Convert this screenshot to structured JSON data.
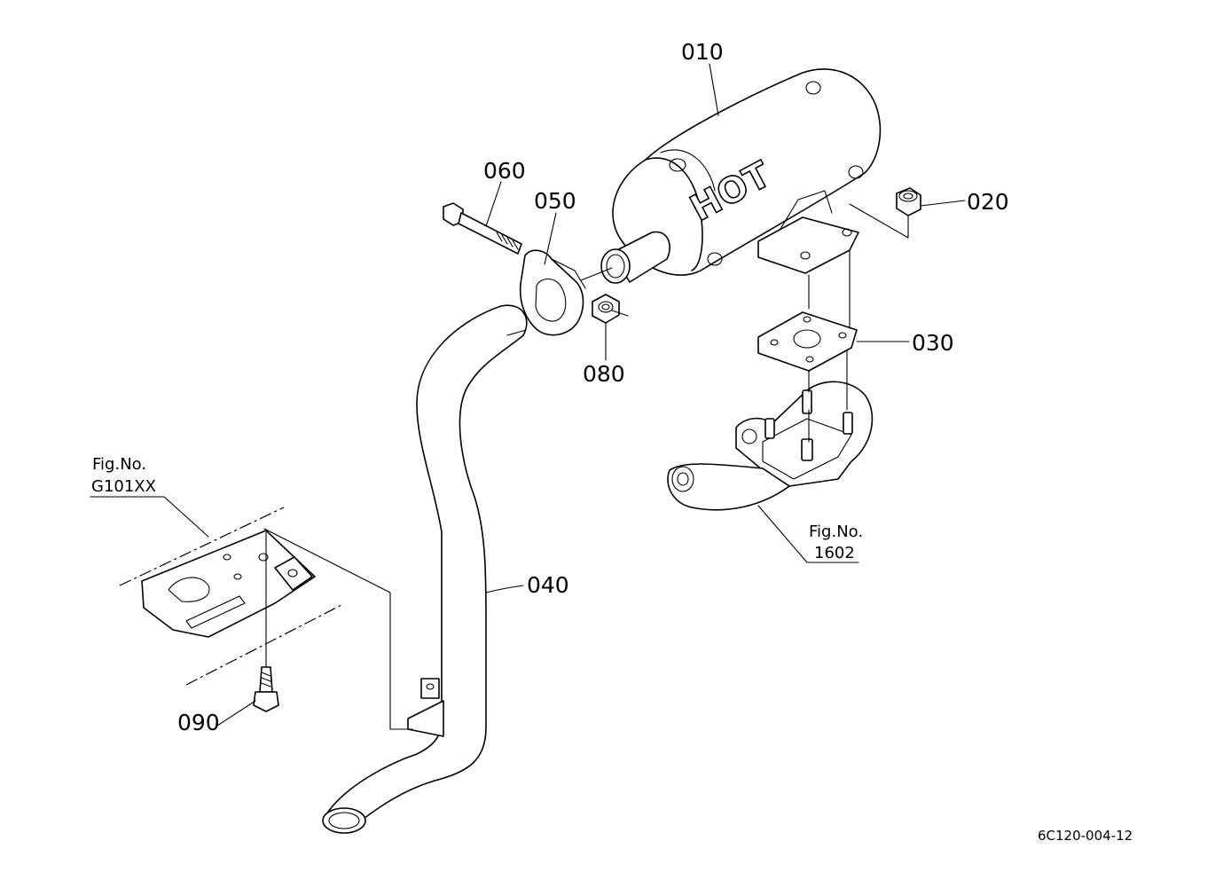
{
  "parts": [
    {
      "id": "part-010",
      "label": "010"
    },
    {
      "id": "part-020",
      "label": "020"
    },
    {
      "id": "part-030",
      "label": "030"
    },
    {
      "id": "part-040",
      "label": "040"
    },
    {
      "id": "part-050",
      "label": "050"
    },
    {
      "id": "part-060",
      "label": "060"
    },
    {
      "id": "part-080",
      "label": "080"
    },
    {
      "id": "part-090",
      "label": "090"
    }
  ],
  "figure_refs": {
    "left": {
      "prefix": "Fig.No.",
      "number": "G101XX"
    },
    "right": {
      "prefix": "Fig.No.",
      "number": "1602"
    }
  },
  "muffler_marking": "HOT",
  "drawing_id": "6C120-004-12"
}
